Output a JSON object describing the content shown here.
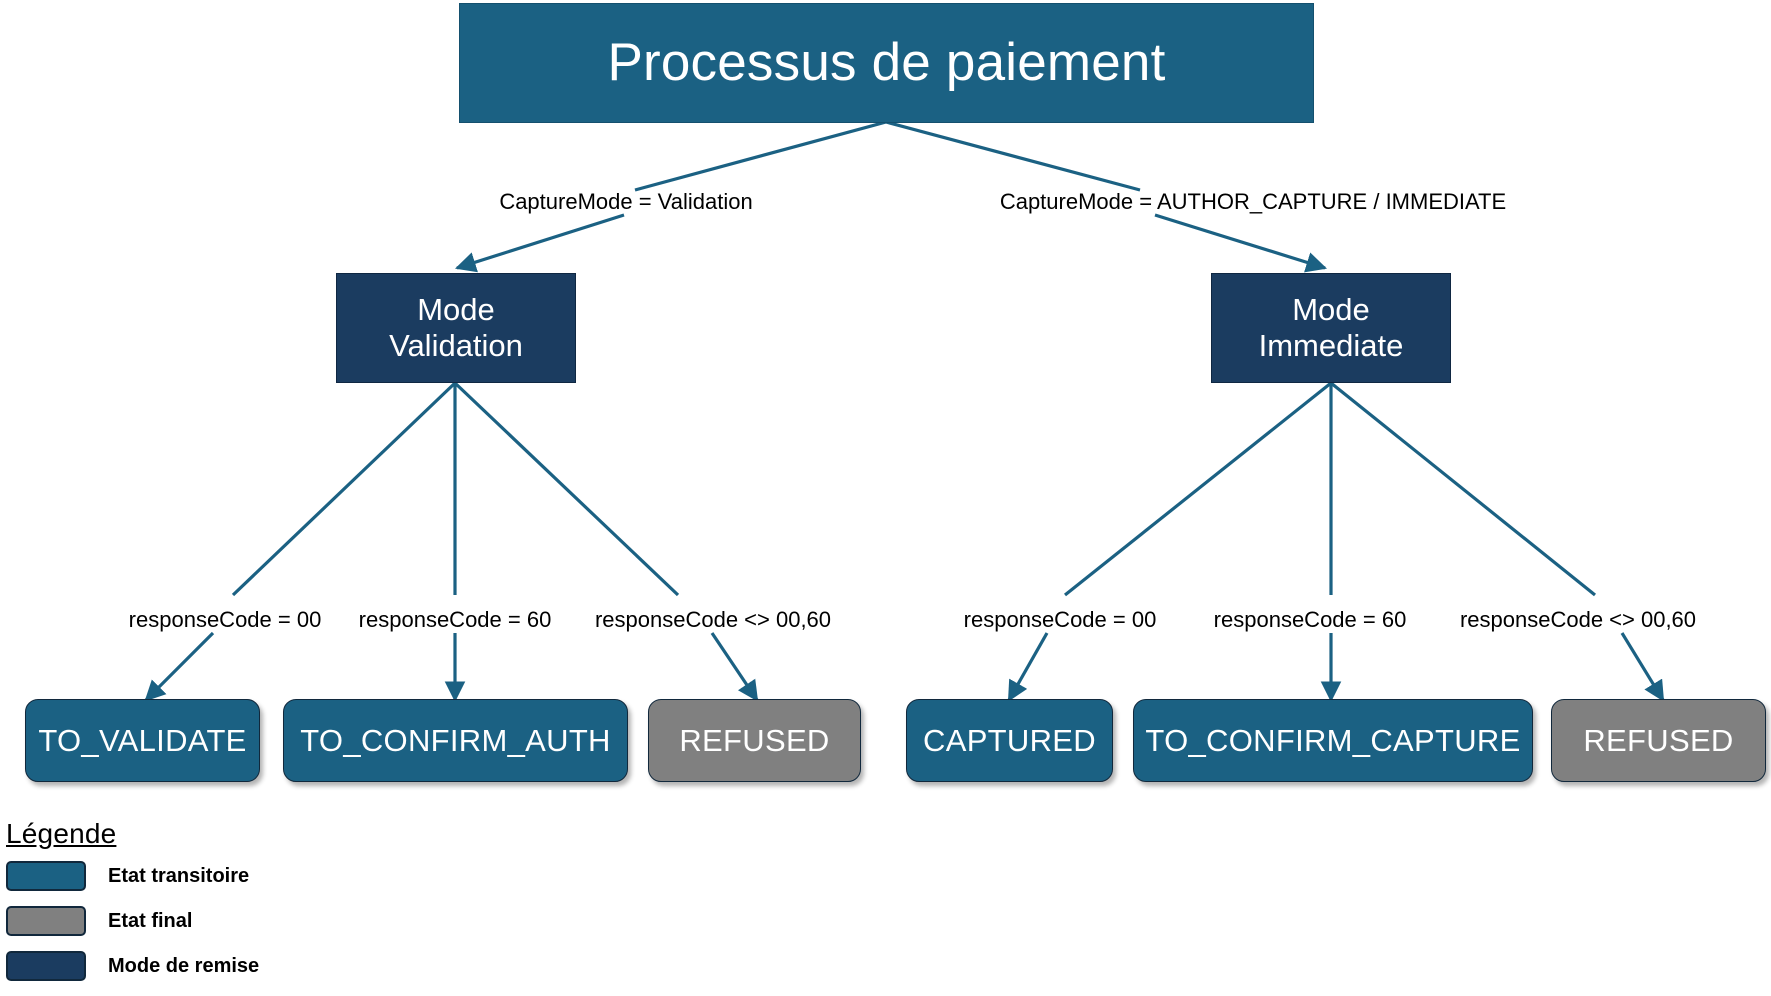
{
  "diagram": {
    "title_node": {
      "label": "Processus de paiement"
    },
    "mode_nodes": [
      {
        "id": "mode-validation",
        "label": "Mode\nValidation"
      },
      {
        "id": "mode-immediate",
        "label": "Mode\nImmediate"
      }
    ],
    "branch_labels": [
      {
        "id": "branch-validation",
        "text": "CaptureMode = Validation"
      },
      {
        "id": "branch-author-capture",
        "text": "CaptureMode = AUTHOR_CAPTURE / IMMEDIATE"
      }
    ],
    "condition_labels": [
      {
        "id": "cond-val-00",
        "text": "responseCode = 00"
      },
      {
        "id": "cond-val-60",
        "text": "responseCode = 60"
      },
      {
        "id": "cond-val-other",
        "text": "responseCode <> 00,60"
      },
      {
        "id": "cond-imm-00",
        "text": "responseCode = 00"
      },
      {
        "id": "cond-imm-60",
        "text": "responseCode = 60"
      },
      {
        "id": "cond-imm-other",
        "text": "responseCode <> 00,60"
      }
    ],
    "state_nodes": [
      {
        "id": "state-to-validate",
        "label": "TO_VALIDATE",
        "kind": "transient"
      },
      {
        "id": "state-to-confirm-auth",
        "label": "TO_CONFIRM_AUTH",
        "kind": "transient"
      },
      {
        "id": "state-refused-left",
        "label": "REFUSED",
        "kind": "final"
      },
      {
        "id": "state-captured",
        "label": "CAPTURED",
        "kind": "transient"
      },
      {
        "id": "state-to-confirm-capture",
        "label": "TO_CONFIRM_CAPTURE",
        "kind": "transient"
      },
      {
        "id": "state-refused-right",
        "label": "REFUSED",
        "kind": "final"
      }
    ]
  },
  "legend": {
    "title": "Légende",
    "items": [
      {
        "id": "legend-transient",
        "label": "Etat transitoire",
        "color": "#1b6183"
      },
      {
        "id": "legend-final",
        "label": "Etat final",
        "color": "#808080"
      },
      {
        "id": "legend-mode",
        "label": "Mode de remise",
        "color": "#1b3c60"
      }
    ]
  },
  "colors": {
    "transient": "#1b6183",
    "final": "#808080",
    "mode": "#1b3c60",
    "edge": "#1b6183",
    "text_light": "#ffffff",
    "text_dark": "#000000",
    "background": "#ffffff"
  }
}
